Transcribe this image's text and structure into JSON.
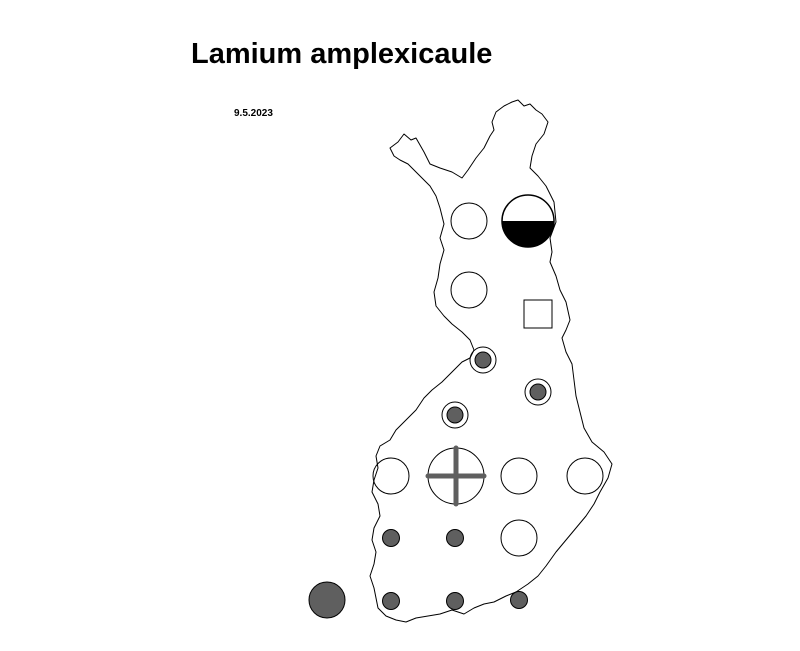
{
  "title": "Lamium amplexicaule",
  "date": "9.5.2023",
  "colors": {
    "outline": "#000000",
    "filled_grey": "#5f5f5f",
    "half_fill": "#000000",
    "background": "#ffffff"
  },
  "symbols": [
    {
      "type": "open-circle"
    },
    {
      "type": "half-filled-circle"
    },
    {
      "type": "open-circle"
    },
    {
      "type": "open-square"
    },
    {
      "type": "ringed-dot"
    },
    {
      "type": "ringed-dot"
    },
    {
      "type": "ringed-dot"
    },
    {
      "type": "open-circle"
    },
    {
      "type": "cross-circle"
    },
    {
      "type": "open-circle"
    },
    {
      "type": "open-circle"
    },
    {
      "type": "small-dot"
    },
    {
      "type": "small-dot"
    },
    {
      "type": "open-circle"
    },
    {
      "type": "large-dot"
    },
    {
      "type": "small-dot"
    },
    {
      "type": "small-dot"
    },
    {
      "type": "small-dot"
    }
  ]
}
